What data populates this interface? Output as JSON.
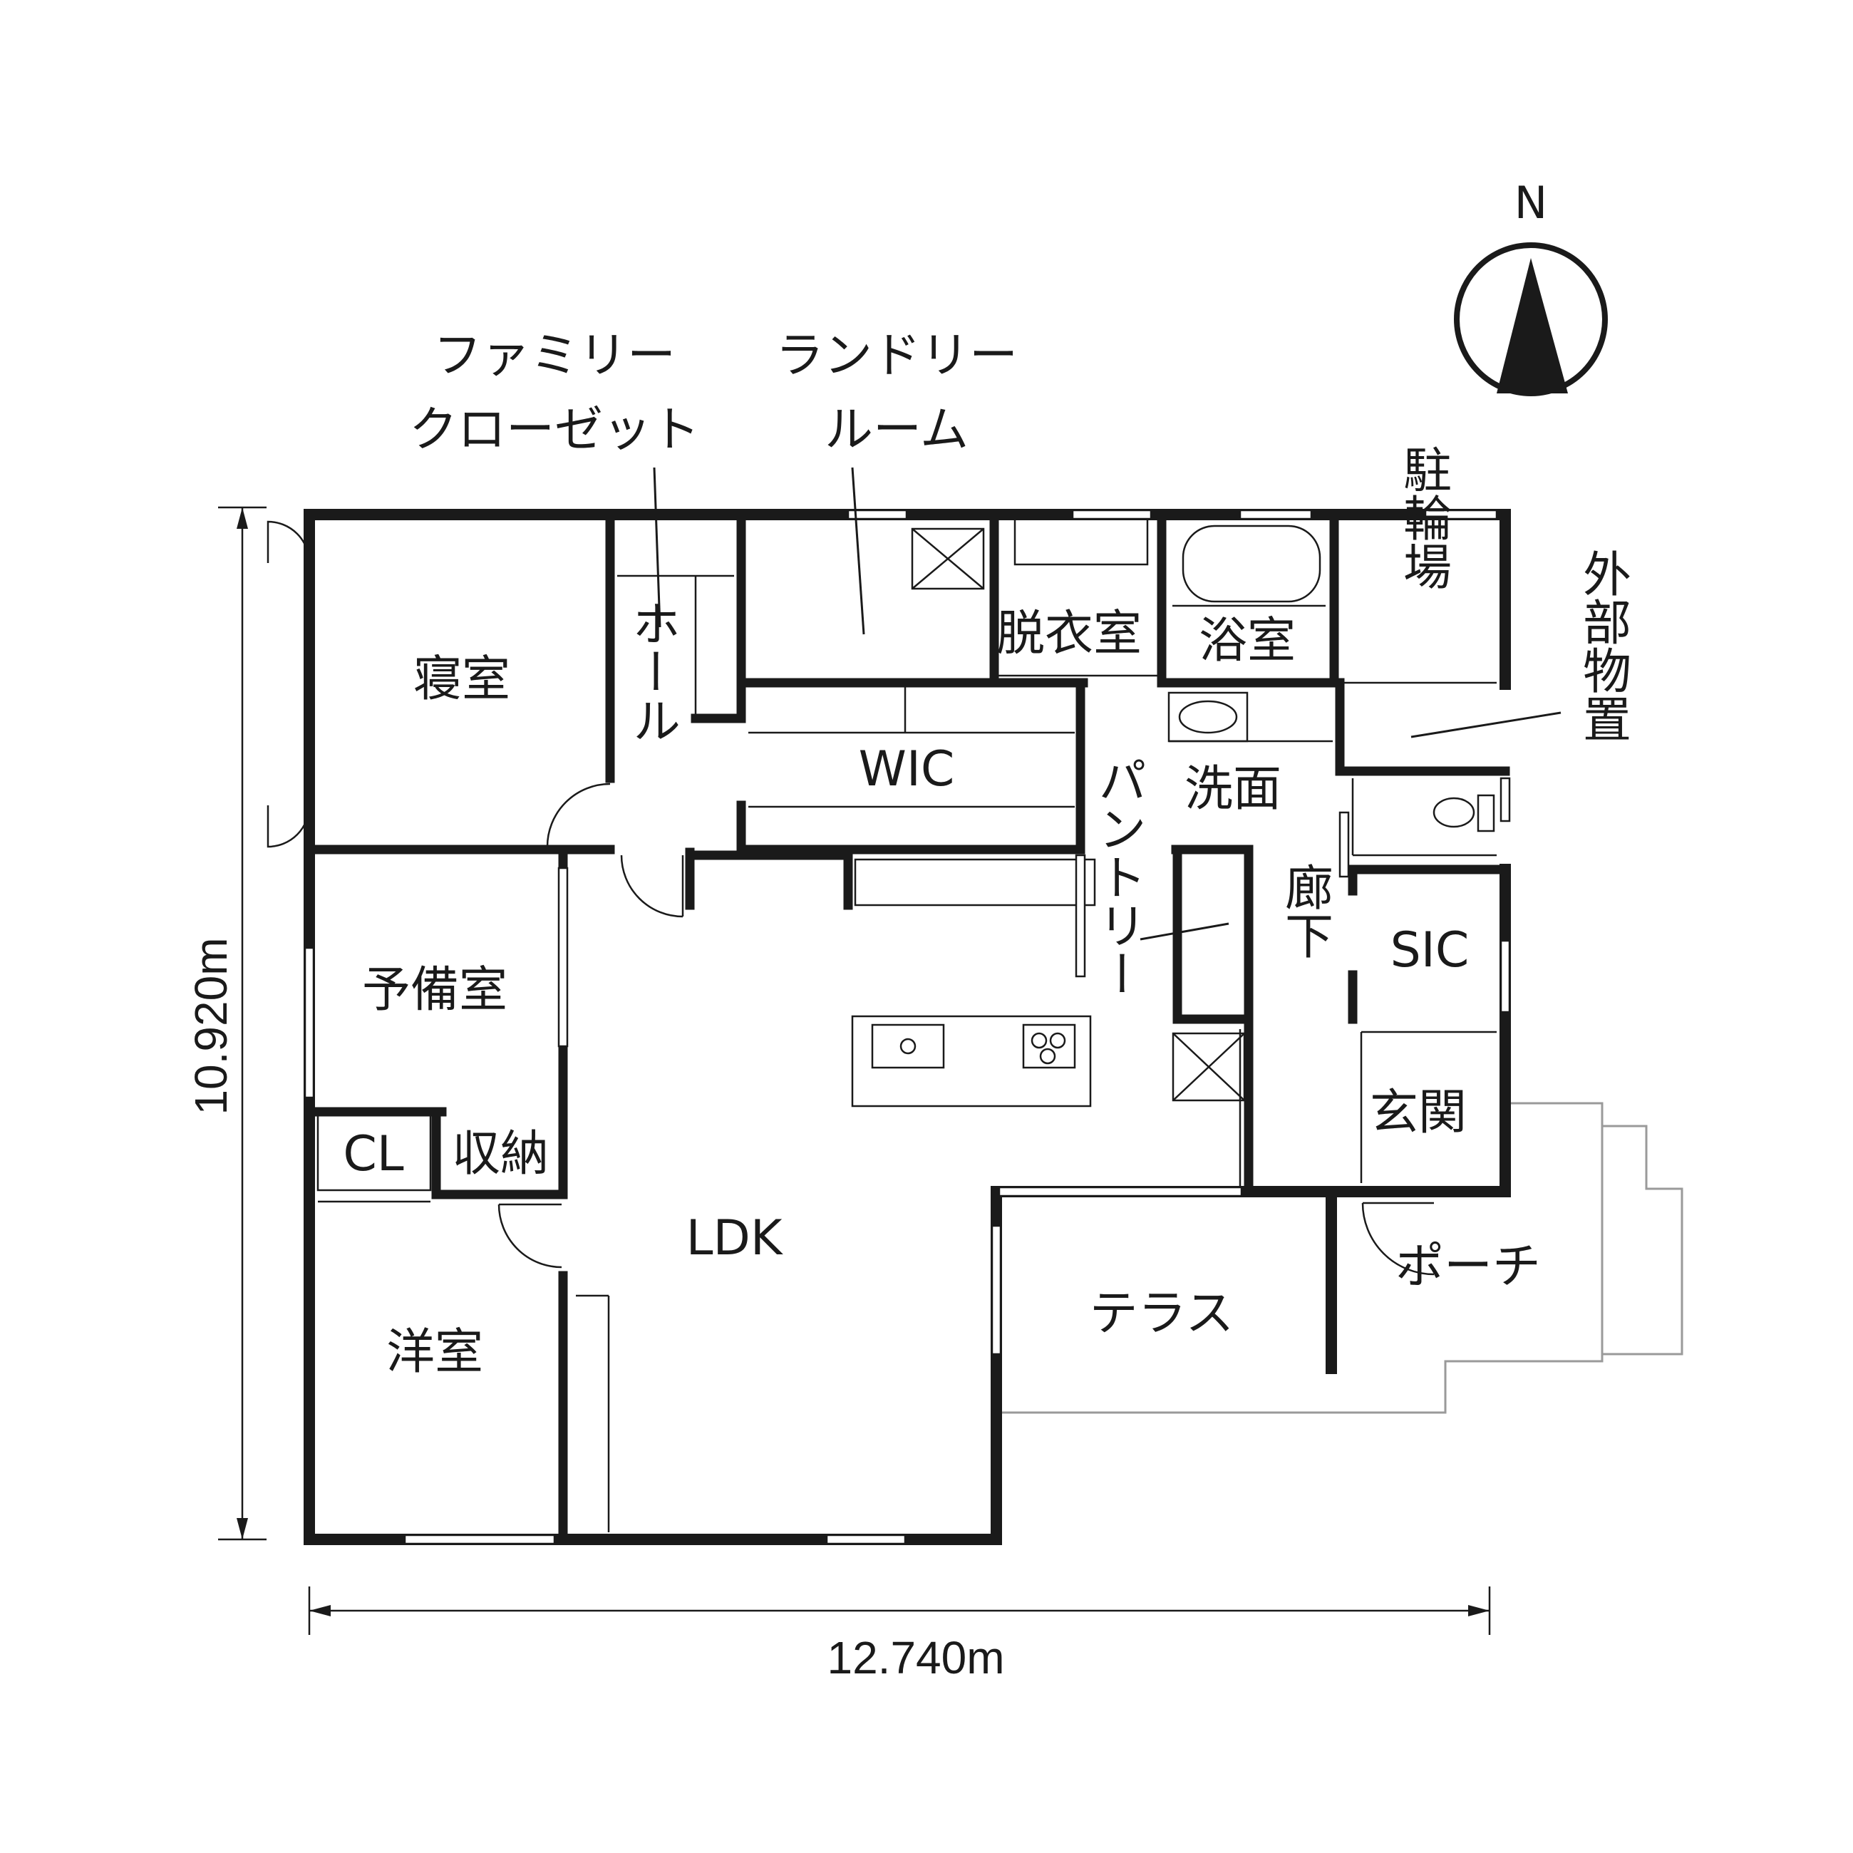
{
  "compass": {
    "label": "N"
  },
  "dimensions": {
    "height": "10.920m",
    "width": "12.740m"
  },
  "callouts": {
    "family_closet": [
      "ファミリー",
      "クローゼット"
    ],
    "laundry_room": [
      "ランドリー",
      "ルーム"
    ],
    "exterior_storage": "外部物置",
    "bike_parking": "駐輪場",
    "pantry": "パントリー",
    "hall": "ホール",
    "corridor": "廊下"
  },
  "rooms": {
    "bedroom": "寝室",
    "wic": "WIC",
    "dressing": "脱衣室",
    "bath": "浴室",
    "washroom": "洗面",
    "sic": "SIC",
    "spare_room": "予備室",
    "cl": "CL",
    "storage": "収納",
    "entrance": "玄関",
    "ldk": "LDK",
    "terrace": "テラス",
    "porch": "ポーチ",
    "western_room": "洋室"
  }
}
